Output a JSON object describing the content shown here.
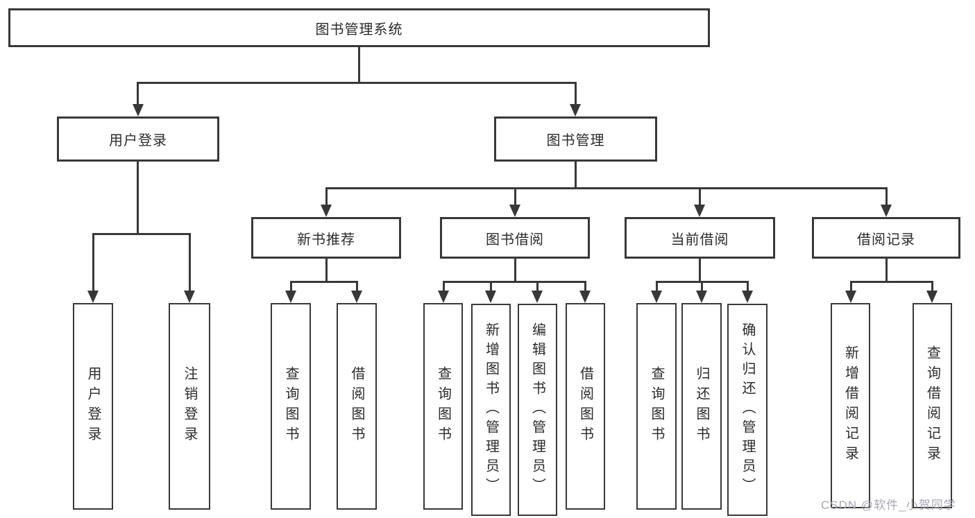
{
  "diagram": {
    "root": {
      "label": "图书管理系统"
    },
    "level2": {
      "user_login": {
        "label": "用户登录"
      },
      "book_management": {
        "label": "图书管理"
      }
    },
    "level3": {
      "new_book_recommend": {
        "label": "新书推荐"
      },
      "book_borrow": {
        "label": "图书借阅"
      },
      "current_borrow": {
        "label": "当前借阅"
      },
      "borrow_record": {
        "label": "借阅记录"
      }
    },
    "leaves": {
      "user_login": {
        "label": "用户登录"
      },
      "logout": {
        "label": "注销登录"
      },
      "query_book_recommend": {
        "label": "查询图书"
      },
      "borrow_book_recommend": {
        "label": "借阅图书"
      },
      "query_book_borrow": {
        "label": "查询图书"
      },
      "add_book_admin": {
        "label": "新增图书（管理员）"
      },
      "edit_book_admin": {
        "label": "编辑图书（管理员）"
      },
      "borrow_book_borrow": {
        "label": "借阅图书"
      },
      "query_book_current": {
        "label": "查询图书"
      },
      "return_book": {
        "label": "归还图书"
      },
      "confirm_return_admin": {
        "label": "确认归还（管理员）"
      },
      "add_borrow_record": {
        "label": "新增借阅记录"
      },
      "query_borrow_record": {
        "label": "查询借阅记录"
      }
    },
    "line_color": "#383838"
  },
  "watermark": {
    "text": "CSDN @软件_小贺同学"
  }
}
